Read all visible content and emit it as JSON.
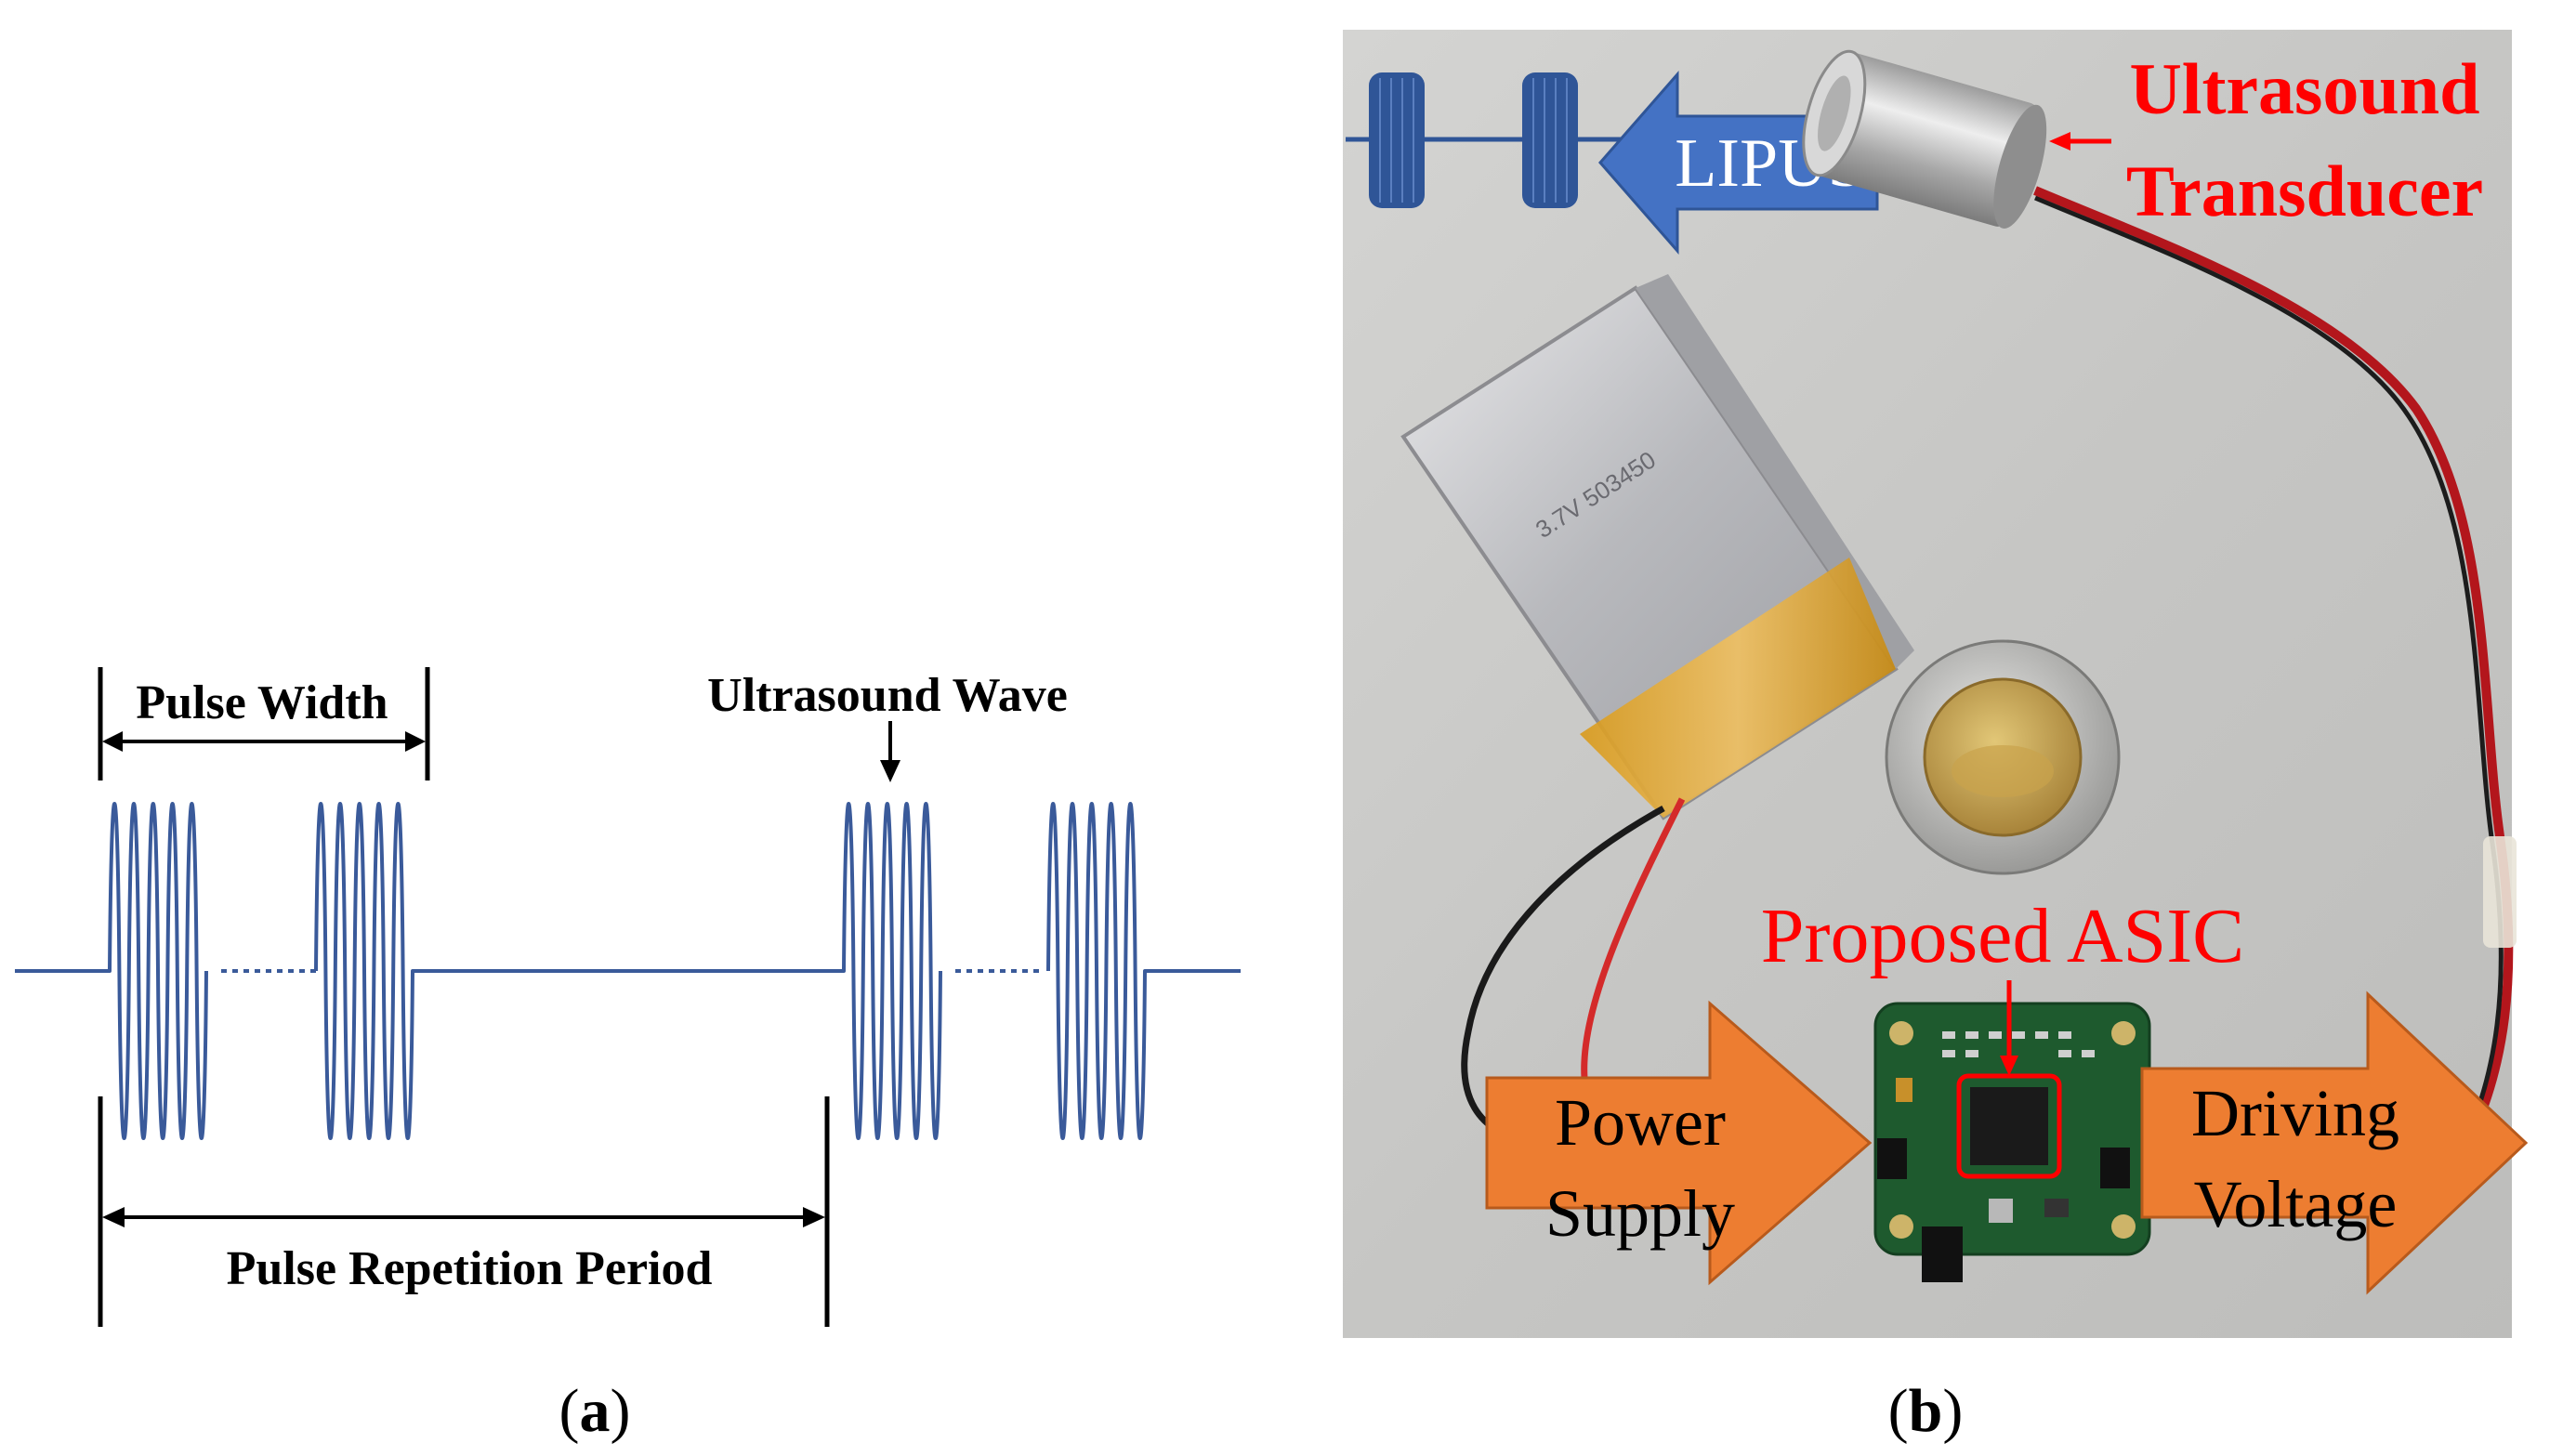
{
  "panel_a": {
    "labels": {
      "pulse_width": "Pulse Width",
      "ultrasound_wave": "Ultrasound Wave",
      "pulse_repetition_period": "Pulse Repetition Period"
    },
    "caption": {
      "open": "(",
      "letter": "a",
      "close": ")"
    },
    "colors": {
      "wave": "#3a5a9a",
      "annotation": "#000000"
    }
  },
  "panel_b": {
    "labels": {
      "lipus": "LIPUS",
      "ultrasound_transducer_line1": "Ultrasound",
      "ultrasound_transducer_line2": "Transducer",
      "proposed_asic": "Proposed ASIC",
      "power_supply_line1": "Power",
      "power_supply_line2": "Supply",
      "driving_voltage_line1": "Driving",
      "driving_voltage_line2": "Voltage"
    },
    "caption": {
      "open": "(",
      "letter": "b",
      "close": ")"
    },
    "colors": {
      "background": "#c8c8c6",
      "arrow_orange": "#ed7d31",
      "arrow_blue": "#4472c4",
      "label_red": "#ff0000",
      "pulse_blue": "#2f5597",
      "pcb_green": "#1e5a2e"
    }
  }
}
